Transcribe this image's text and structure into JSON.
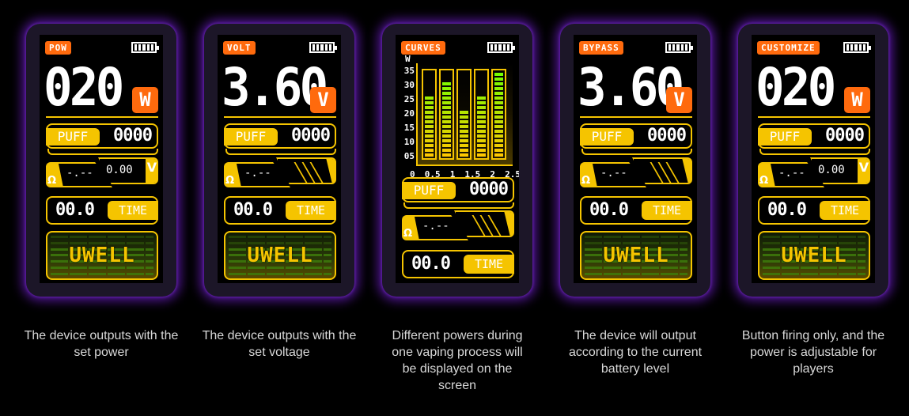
{
  "colors": {
    "background": "#000000",
    "card": "#1c1628",
    "glow": "#6e1ec8",
    "accent_yellow": "#f5c400",
    "accent_orange": "#ff6a0d",
    "caption_text": "#d8d8d8"
  },
  "common": {
    "puff_label": "PUFF",
    "puff_count": "0000",
    "resistance": "-.--",
    "resistance_icon": "Ω",
    "time_value": "00.0",
    "time_label": "TIME",
    "logo": "UWELL",
    "battery_bars": 5
  },
  "modes": [
    {
      "mode": "POW",
      "value": "020",
      "unit": "W",
      "voltage": "0.00",
      "voltage_unit": "V",
      "caption": "The device outputs with the set power"
    },
    {
      "mode": "VOLT",
      "value": "3.60",
      "unit": "V",
      "caption": "The device outputs with the set voltage"
    },
    {
      "mode": "CURVES",
      "caption": "Different powers during one vaping process will be displayed on the screen"
    },
    {
      "mode": "BYPASS",
      "value": "3.60",
      "unit": "V",
      "caption": "The device will output according to the current battery level"
    },
    {
      "mode": "CUSTOMIZE",
      "value": "020",
      "unit": "W",
      "voltage": "0.00",
      "voltage_unit": "V",
      "caption": "Button firing only, and the power is adjustable for players"
    }
  ],
  "chart_data": {
    "type": "bar",
    "title": "CURVES",
    "xlabel": "",
    "ylabel": "W",
    "categories": [
      "0.5",
      "1",
      "1.5",
      "2",
      "2.5"
    ],
    "x_ticks": [
      "0",
      "0.5",
      "1",
      "1.5",
      "2",
      "2.5"
    ],
    "y_ticks": [
      "35",
      "30",
      "25",
      "20",
      "15",
      "10",
      "05"
    ],
    "values": [
      26,
      31,
      20,
      26,
      35
    ],
    "segments": [
      13,
      16,
      10,
      13,
      18
    ],
    "ylim": [
      0,
      35
    ],
    "grid": false,
    "legend": null
  }
}
